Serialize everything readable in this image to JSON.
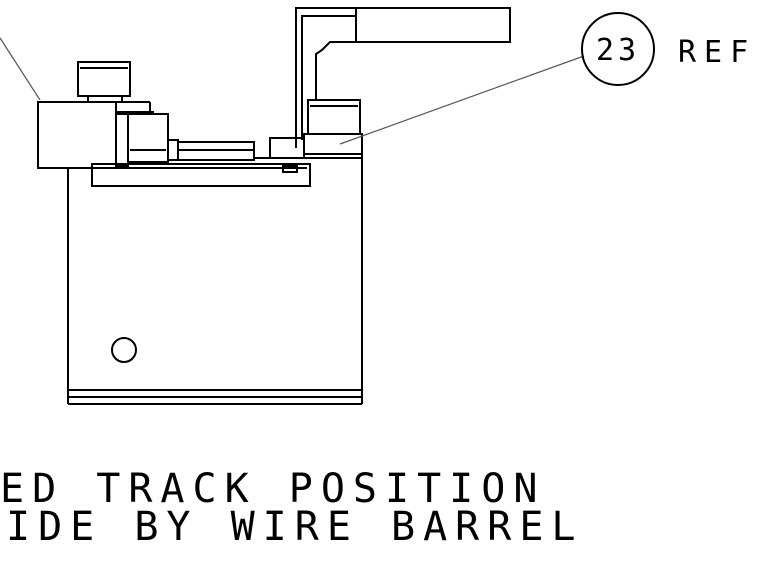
{
  "balloon": {
    "number": "23",
    "suffix": "REF"
  },
  "note": {
    "line1": "ED TRACK POSITION",
    "line2": "IDE BY WIRE BARREL"
  },
  "colors": {
    "ink": "#000000",
    "leader": "#555555",
    "paper": "#ffffff"
  }
}
